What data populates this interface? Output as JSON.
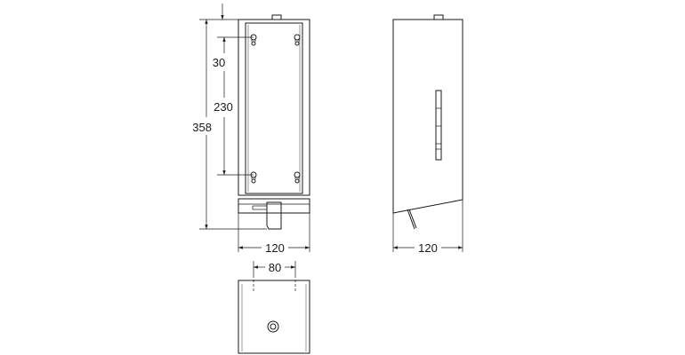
{
  "dimensions": {
    "top_gap": "30",
    "hole_spacing": "230",
    "total_height": "358",
    "front_width": "120",
    "side_width": "120",
    "bottom_hole_spacing": "80"
  },
  "colors": {
    "line": "#1a1a1a",
    "face_shading": "#9a9a9a",
    "background": "#ffffff"
  }
}
